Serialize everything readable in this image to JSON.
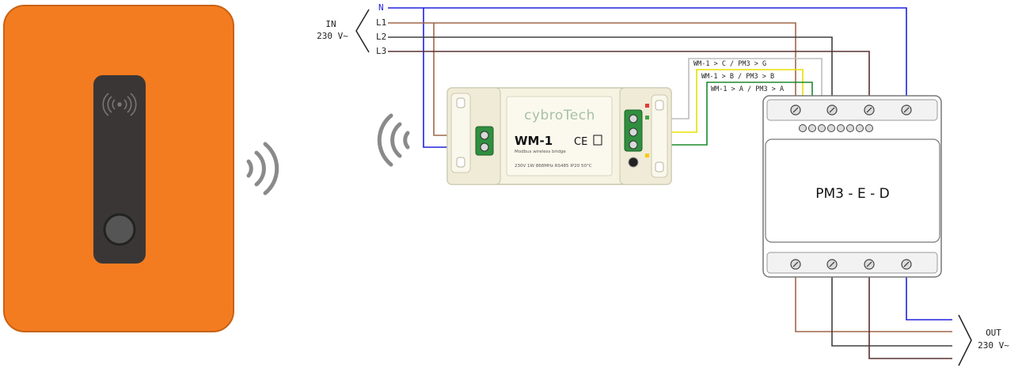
{
  "input": {
    "label": "IN",
    "voltage": "230 V~",
    "lines": [
      "N",
      "L1",
      "L2",
      "L3"
    ]
  },
  "output": {
    "label": "OUT",
    "voltage": "230 V~"
  },
  "wm1": {
    "brand": "cybroTech",
    "model": "WM-1",
    "subtitle": "Modbus wireless bridge",
    "specs": "230V 1W 868MHz RS485 IP20 50°C",
    "ce_mark": "CE"
  },
  "bus": {
    "labels": [
      "WM-1 > C / PM3 > G",
      "WM-1 > B / PM3 > B",
      "WM-1 > A / PM3 > A"
    ]
  },
  "pm3": {
    "title": "PM3 - E - D"
  },
  "colors": {
    "charger_body": "#f47c20",
    "neutral": "#2020e0",
    "l1": "#a0674a",
    "l2": "#404040",
    "l3": "#5a3030",
    "bus_c": "#bdbdbd",
    "bus_b": "#e8e000",
    "bus_a": "#1d8a2d",
    "terminal_green": "#2f8f3f",
    "brand_green": "#4caf50"
  },
  "icons": [
    "nfc-icon",
    "wireless-signal-icon"
  ]
}
